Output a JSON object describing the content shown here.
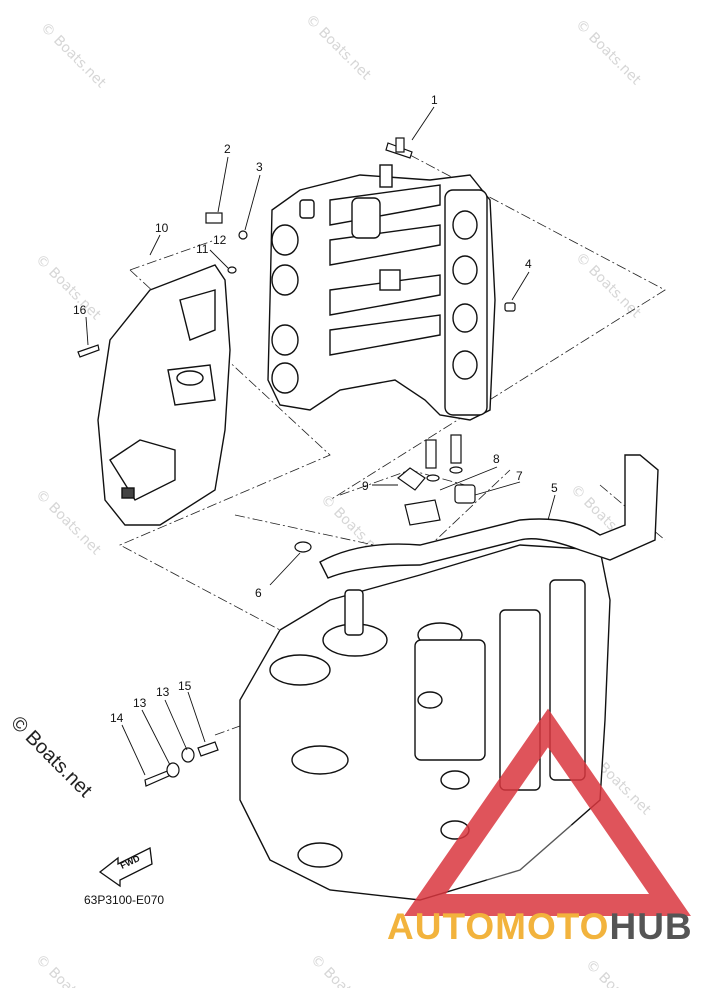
{
  "diagram": {
    "part_code": "63P3100-E070",
    "copyright": "© Boats.net",
    "watermark": "© Boats.net",
    "fwd_label": "FWD",
    "callouts": [
      "1",
      "2",
      "3",
      "4",
      "5",
      "6",
      "7",
      "8",
      "9",
      "10",
      "11",
      "12",
      "13",
      "13",
      "14",
      "15",
      "16"
    ]
  },
  "logo": {
    "part1": "AUTOMOTO",
    "part2": "HUB",
    "accent_color": "#f2b33d",
    "triangle_color": "#d9363e"
  }
}
